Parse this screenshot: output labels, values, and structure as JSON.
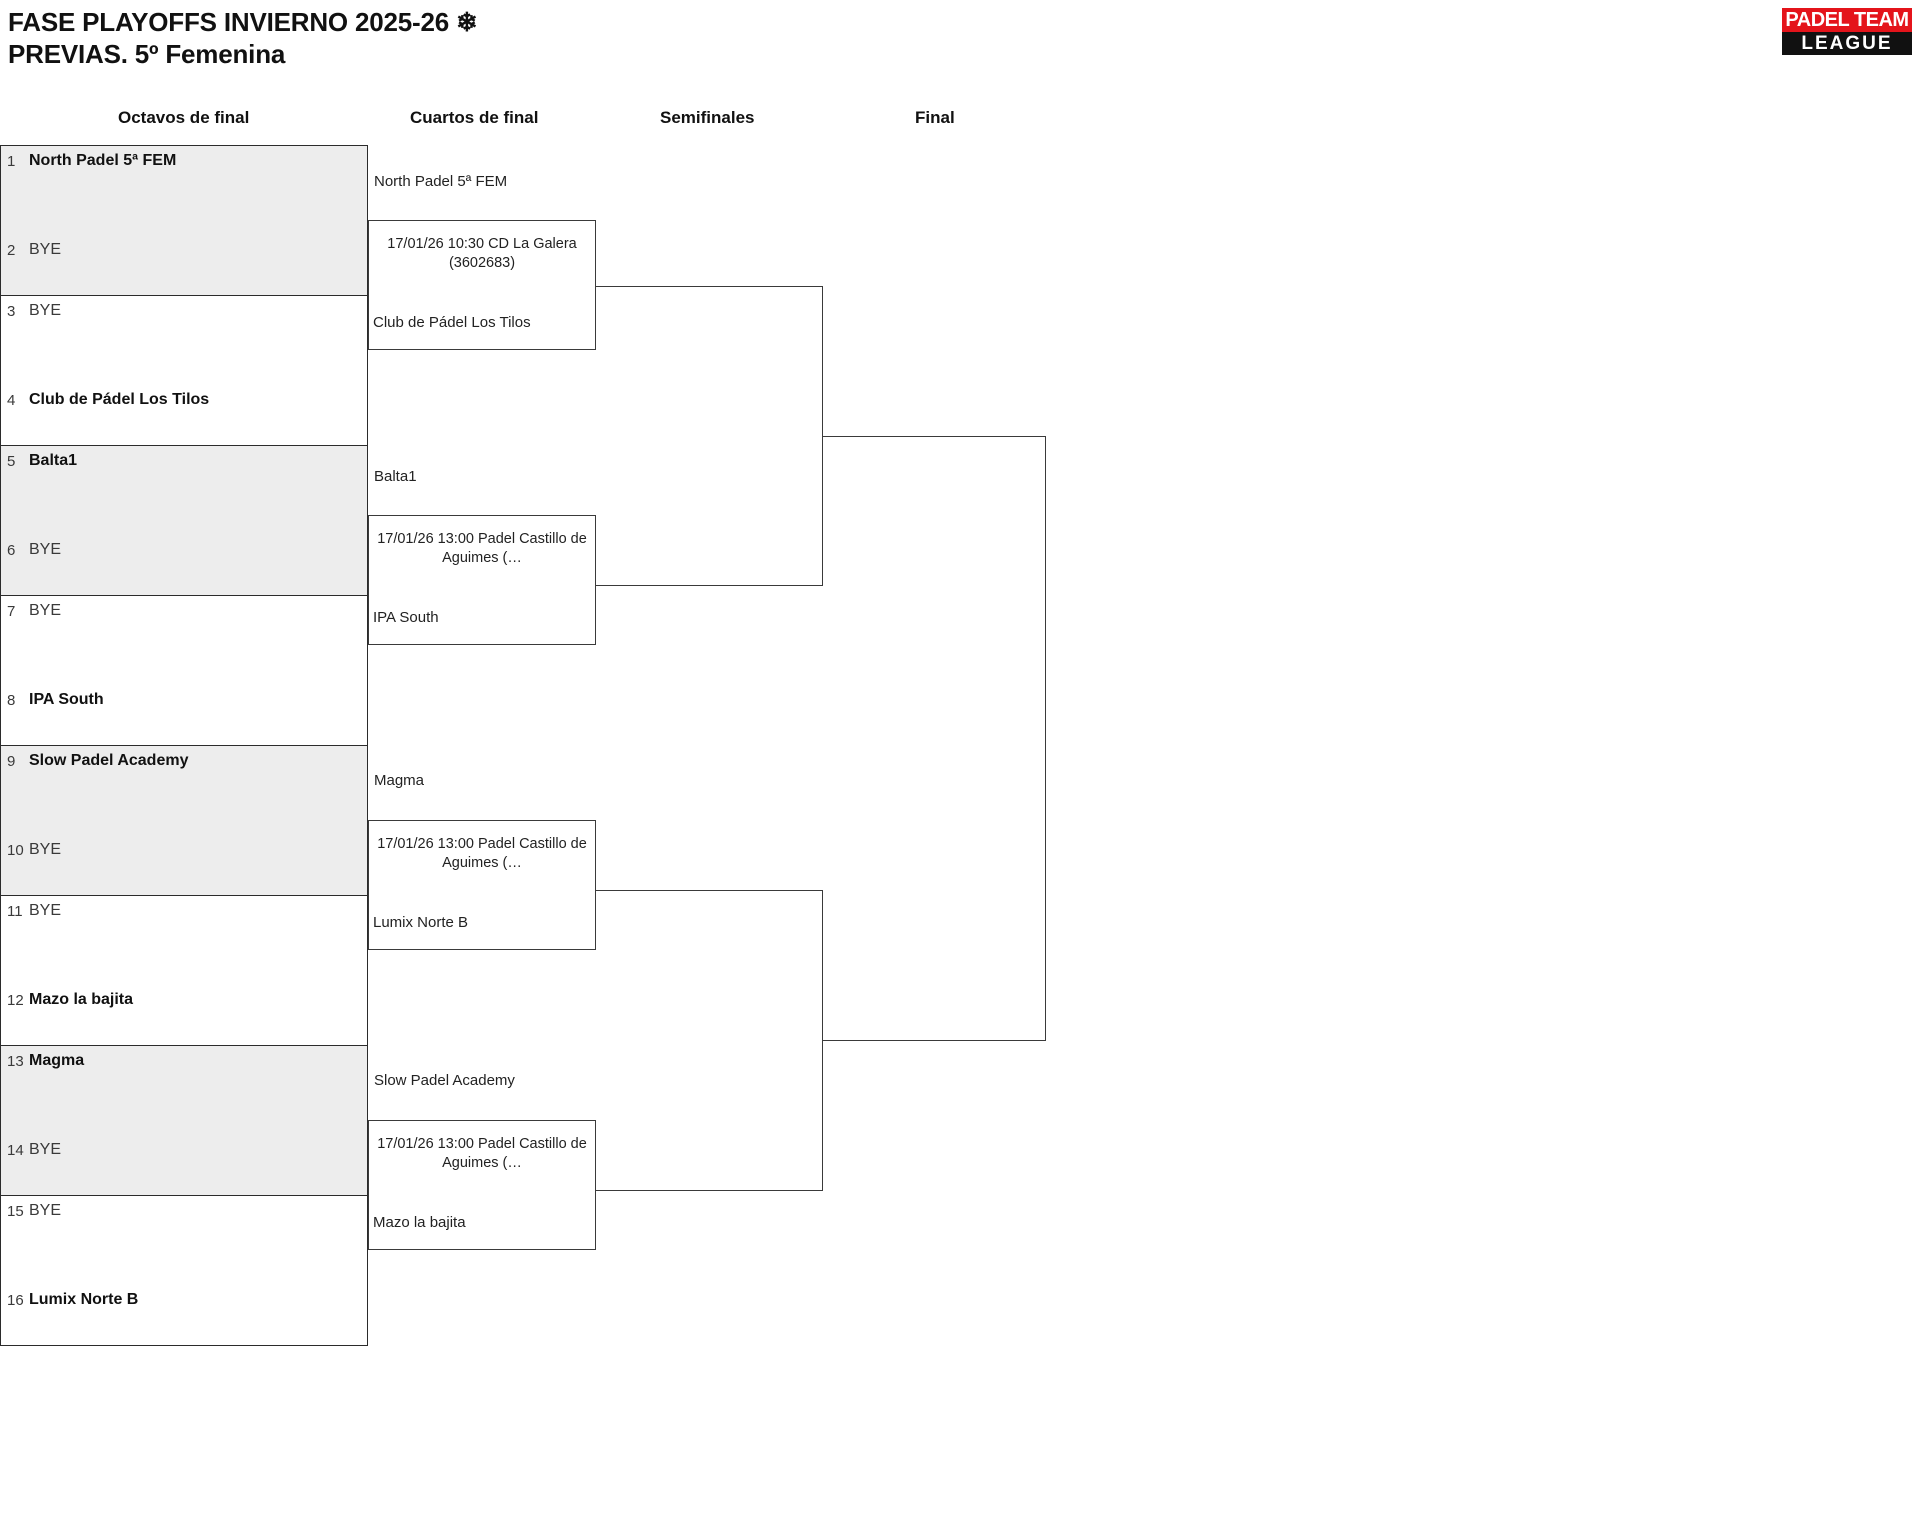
{
  "header": {
    "title_line1": "FASE PLAYOFFS INVIERNO 2025-26 ❄",
    "title_line2": "PREVIAS. 5º Femenina",
    "logo_top": "PADEL TEAM",
    "logo_bottom": "LEAGUE"
  },
  "columns": [
    {
      "label": "Octavos de final"
    },
    {
      "label": "Cuartos de final"
    },
    {
      "label": "Semifinales"
    },
    {
      "label": "Final"
    }
  ],
  "round1": {
    "pairs": [
      {
        "shaded": true,
        "top": {
          "seed": "1",
          "name": "North Padel 5ª FEM",
          "bye": false
        },
        "bottom": {
          "seed": "2",
          "name": "BYE",
          "bye": true
        }
      },
      {
        "shaded": false,
        "top": {
          "seed": "3",
          "name": "BYE",
          "bye": true
        },
        "bottom": {
          "seed": "4",
          "name": "Club de Pádel Los Tilos",
          "bye": false
        }
      },
      {
        "shaded": true,
        "top": {
          "seed": "5",
          "name": "Balta1",
          "bye": false
        },
        "bottom": {
          "seed": "6",
          "name": "BYE",
          "bye": true
        }
      },
      {
        "shaded": false,
        "top": {
          "seed": "7",
          "name": "BYE",
          "bye": true
        },
        "bottom": {
          "seed": "8",
          "name": "IPA South",
          "bye": false
        }
      },
      {
        "shaded": true,
        "top": {
          "seed": "9",
          "name": "Slow Padel Academy",
          "bye": false
        },
        "bottom": {
          "seed": "10",
          "name": "BYE",
          "bye": true
        }
      },
      {
        "shaded": false,
        "top": {
          "seed": "11",
          "name": "BYE",
          "bye": true
        },
        "bottom": {
          "seed": "12",
          "name": "Mazo la bajita",
          "bye": false
        }
      },
      {
        "shaded": true,
        "top": {
          "seed": "13",
          "name": "Magma",
          "bye": false
        },
        "bottom": {
          "seed": "14",
          "name": "BYE",
          "bye": true
        }
      },
      {
        "shaded": false,
        "top": {
          "seed": "15",
          "name": "BYE",
          "bye": true
        },
        "bottom": {
          "seed": "16",
          "name": "Lumix Norte B",
          "bye": false
        }
      }
    ]
  },
  "quarterfinals": [
    {
      "top_team": "North Padel 5ª FEM",
      "bottom_team": "Club de Pádel Los Tilos",
      "match_info": "17/01/26 10:30 CD La Galera (3602683)"
    },
    {
      "top_team": "Balta1",
      "bottom_team": "IPA South",
      "match_info": "17/01/26 13:00 Padel Castillo de Aguimes (…"
    },
    {
      "top_team": "Magma",
      "bottom_team": "Lumix Norte B",
      "match_info": "17/01/26 13:00 Padel Castillo de Aguimes (…"
    },
    {
      "top_team": "Slow Padel Academy",
      "bottom_team": "Mazo la bajita",
      "match_info": "17/01/26 13:00 Padel Castillo de Aguimes (…"
    }
  ],
  "semifinals": [
    {
      "top_team": "",
      "bottom_team": "",
      "match_info": ""
    },
    {
      "top_team": "",
      "bottom_team": "",
      "match_info": ""
    }
  ],
  "final": {
    "top_team": "",
    "bottom_team": "",
    "match_info": ""
  },
  "colors": {
    "row_shade": "#ededed",
    "line": "#3a3a3a",
    "logo_red": "#e4141b",
    "logo_black": "#111111"
  }
}
